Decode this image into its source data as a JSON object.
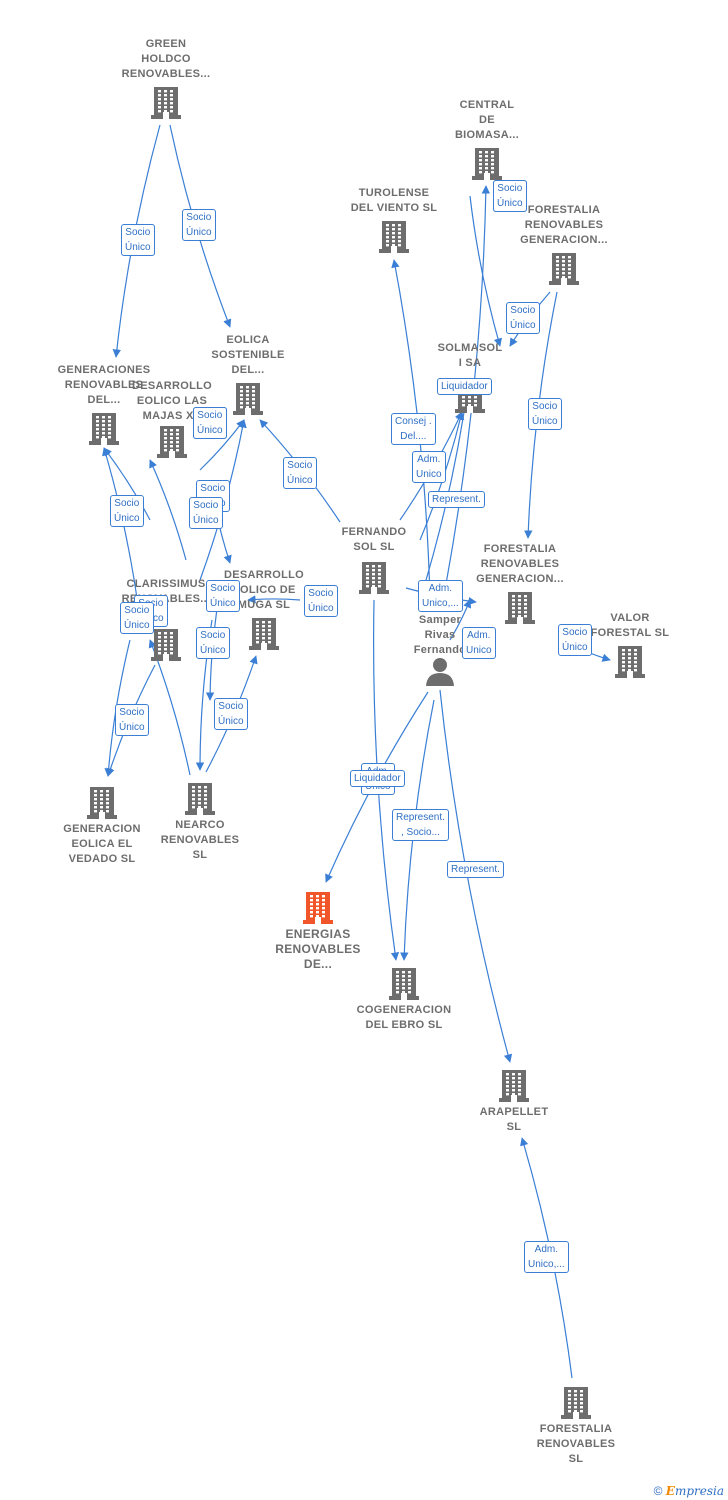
{
  "nodes": [
    {
      "id": "green",
      "label": "GREEN\nHOLDCO\nRENOVABLES...",
      "kind": "company"
    },
    {
      "id": "central",
      "label": "CENTRAL\nDE\nBIOMASA...",
      "kind": "company"
    },
    {
      "id": "turolense",
      "label": "TUROLENSE\nDEL VIENTO SL",
      "kind": "company"
    },
    {
      "id": "forestalia_gen1",
      "label": "FORESTALIA\nRENOVABLES\nGENERACION...",
      "kind": "company"
    },
    {
      "id": "solmasol",
      "label": "SOLMASOL\nI SA",
      "kind": "company"
    },
    {
      "id": "eolica_sost",
      "label": "EOLICA\nSOSTENIBLE\nDEL...",
      "kind": "company"
    },
    {
      "id": "generaciones",
      "label": "GENERACIONES\nRENOVABLES\nDEL...",
      "kind": "company"
    },
    {
      "id": "des_majas",
      "label": "DESARROLLO\nEOLICO LAS\nMAJAS XX",
      "kind": "company"
    },
    {
      "id": "fernando_sol",
      "label": "FERNANDO\nSOL SL",
      "kind": "company"
    },
    {
      "id": "forestalia_gen2",
      "label": "FORESTALIA\nRENOVABLES\nGENERACION...",
      "kind": "company"
    },
    {
      "id": "valor",
      "label": "VALOR\nFORESTAL SL",
      "kind": "company"
    },
    {
      "id": "clarissimus",
      "label": "CLARISSIMUS\nRENOVABLES...",
      "kind": "company"
    },
    {
      "id": "des_muga",
      "label": "DESARROLLO\nEOLICO DE\nMUGA SL",
      "kind": "company"
    },
    {
      "id": "samper",
      "label": "Samper\nRivas\nFernando",
      "kind": "person"
    },
    {
      "id": "gen_vedado",
      "label": "GENERACION\nEOLICA EL\nVEDADO SL",
      "kind": "company"
    },
    {
      "id": "nearco",
      "label": "NEARCO\nRENOVABLES\nSL",
      "kind": "company"
    },
    {
      "id": "energias",
      "label": "ENERGIAS\nRENOVABLES\nDE...",
      "kind": "focus"
    },
    {
      "id": "cogeneracion",
      "label": "COGENERACION\nDEL EBRO  SL",
      "kind": "company"
    },
    {
      "id": "arapellet",
      "label": "ARAPELLET\nSL",
      "kind": "company"
    },
    {
      "id": "forestalia_sl",
      "label": "FORESTALIA\nRENOVABLES\nSL",
      "kind": "company"
    }
  ],
  "edges": [
    {
      "label": "Socio\nÚnico"
    },
    {
      "label": "Socio\nÚnico"
    },
    {
      "label": "Socio\nÚnico"
    },
    {
      "label": "Socio\nÚnico"
    },
    {
      "label": "Liquidador"
    },
    {
      "label": "Socio\nÚnico"
    },
    {
      "label": "Consej .\nDel...."
    },
    {
      "label": "Socio\nÚnico"
    },
    {
      "label": "Adm.\nUnico"
    },
    {
      "label": "Socio\nÚnico"
    },
    {
      "label": "Represent."
    },
    {
      "label": "Socio\nÚnico"
    },
    {
      "label": "Socio\nÚnico"
    },
    {
      "label": "Socio\nÚnico"
    },
    {
      "label": "Socio\nÚnico"
    },
    {
      "label": "Socio\nÚnico"
    },
    {
      "label": "Adm.\nUnico,..."
    },
    {
      "label": "Socio\nÚnico"
    },
    {
      "label": "Socio\nÚnico"
    },
    {
      "label": "Adm.\nUnico"
    },
    {
      "label": "Socio\nÚnico"
    },
    {
      "label": "Socio\nÚnico"
    },
    {
      "label": "Socio\nÚnico"
    },
    {
      "label": "Socio\nÚnico"
    },
    {
      "label": "Socio\nÚnico"
    },
    {
      "label": "Socio\nÚnico"
    },
    {
      "label": "Adm.\nUnico"
    },
    {
      "label": "Liquidador"
    },
    {
      "label": "Represent.\n, Socio..."
    },
    {
      "label": "Represent."
    },
    {
      "label": "Adm.\nUnico,..."
    }
  ],
  "footer": {
    "copyright": "©",
    "brand_first": "E",
    "brand_rest": "mpresia"
  },
  "colors": {
    "edge": "#3a7fd5",
    "building": "#6d6d6d",
    "focus": "#f0562a",
    "label": "#6d6d6d"
  }
}
